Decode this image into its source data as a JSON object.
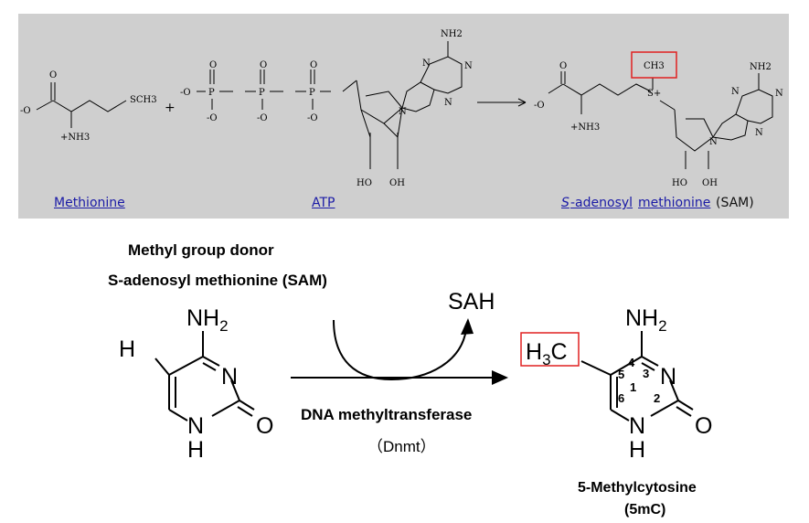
{
  "top_panel": {
    "methionine": {
      "link": "Methionine",
      "o": "O",
      "o_minus": "-O",
      "sch3": "SCH3",
      "nh3": "+NH3"
    },
    "plus": "+",
    "atp": {
      "link": "ATP",
      "o": "O",
      "o_minus_left": "-O",
      "o_minus": "-O",
      "p": "P",
      "n": "N",
      "nh2": "NH2",
      "ho": "HO",
      "oh": "OH"
    },
    "sam": {
      "link_s": "S",
      "link_adenosyl": "-adenosyl",
      "link_methionine": "methionine",
      "abbr": "(SAM)",
      "ch3": "CH3",
      "s_plus": "S+",
      "o": "O",
      "o_minus": "-O",
      "nh3": "+NH3",
      "n": "N",
      "nh2": "NH2",
      "ho": "HO",
      "oh": "OH"
    },
    "highlight_color": "#e02020"
  },
  "bottom": {
    "donor_line1": "Methyl group donor",
    "donor_line2": "S-adenosyl methionine (SAM)",
    "byproduct": "SAH",
    "enzyme": "DNA methyltransferase",
    "enzyme_abbr": "（Dnmt）",
    "cytosine": {
      "nh2": "NH2",
      "h": "H",
      "n": "N",
      "o": "O",
      "nh": "N",
      "h_bottom": "H"
    },
    "product": {
      "h3c": "H3C",
      "nh2": "NH2",
      "n": "N",
      "o": "O",
      "nh": "N",
      "h_bottom": "H",
      "ring_numbers": [
        "1",
        "2",
        "3",
        "4",
        "5",
        "6"
      ],
      "name_line1": "5-Methylcytosine",
      "name_line2": "(5mC)"
    }
  }
}
